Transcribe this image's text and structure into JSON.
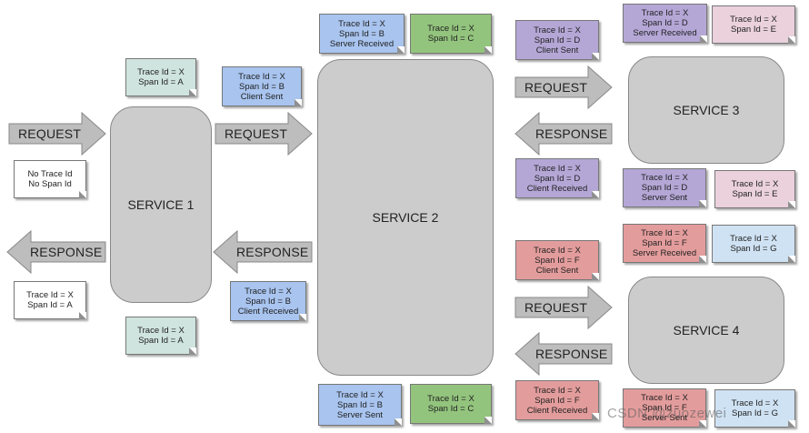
{
  "services": {
    "s1": "SERVICE 1",
    "s2": "SERVICE 2",
    "s3": "SERVICE 3",
    "s4": "SERVICE 4"
  },
  "arrows": {
    "request": "REQUEST",
    "response": "RESPONSE"
  },
  "notes": {
    "no_trace": [
      "No Trace Id",
      "No Span Id"
    ],
    "s1_in_a": [
      "Trace Id = X",
      "Span Id = A"
    ],
    "s1_resp_out": [
      "Trace Id = X",
      "Span Id = A"
    ],
    "s1_out_a": [
      "Trace Id = X",
      "Span Id = A"
    ],
    "s1_client_sent": [
      "Trace Id = X",
      "Span Id = B",
      "Client Sent"
    ],
    "s1_client_received": [
      "Trace Id = X",
      "Span Id = B",
      "Client Received"
    ],
    "s2_server_received": [
      "Trace Id = X",
      "Span Id = B",
      "Server Received"
    ],
    "s2_span_c_top": [
      "Trace Id = X",
      "Span Id = C"
    ],
    "s2_server_sent": [
      "Trace Id = X",
      "Span Id = B",
      "Server Sent"
    ],
    "s2_span_c_bottom": [
      "Trace Id = X",
      "Span Id = C"
    ],
    "s3_client_sent": [
      "Trace Id = X",
      "Span Id = D",
      "Client Sent"
    ],
    "s3_client_received": [
      "Trace Id = X",
      "Span Id = D",
      "Client Received"
    ],
    "s3_server_received": [
      "Trace Id = X",
      "Span Id = D",
      "Server Received"
    ],
    "s3_span_e_top": [
      "Trace Id = X",
      "Span Id = E"
    ],
    "s3_server_sent": [
      "Trace Id = X",
      "Span Id = D",
      "Server Sent"
    ],
    "s3_span_e_bottom": [
      "Trace Id = X",
      "Span Id = E"
    ],
    "s4_client_sent": [
      "Trace Id = X",
      "Span Id = F",
      "Client Sent"
    ],
    "s4_client_received": [
      "Trace Id = X",
      "Span Id = F",
      "Client Received"
    ],
    "s4_server_received": [
      "Trace Id = X",
      "Span Id = F",
      "Server Received"
    ],
    "s4_span_g_top": [
      "Trace Id = X",
      "Span Id = G"
    ],
    "s4_server_sent": [
      "Trace Id = X",
      "Span Id = F",
      "Server Sent"
    ],
    "s4_span_g_bottom": [
      "Trace Id = X",
      "Span Id = G"
    ]
  },
  "watermark": "CSDN @zuozewei",
  "colors": {
    "service": "#cccccc",
    "arrow": "#bdbdbd",
    "teal": "#cfe4df",
    "blue": "#a8c4ef",
    "green": "#93c47d",
    "purple": "#b4a7d6",
    "pink": "#ead1dc",
    "red": "#e39c9c",
    "light_blue": "#cfe2f3"
  }
}
